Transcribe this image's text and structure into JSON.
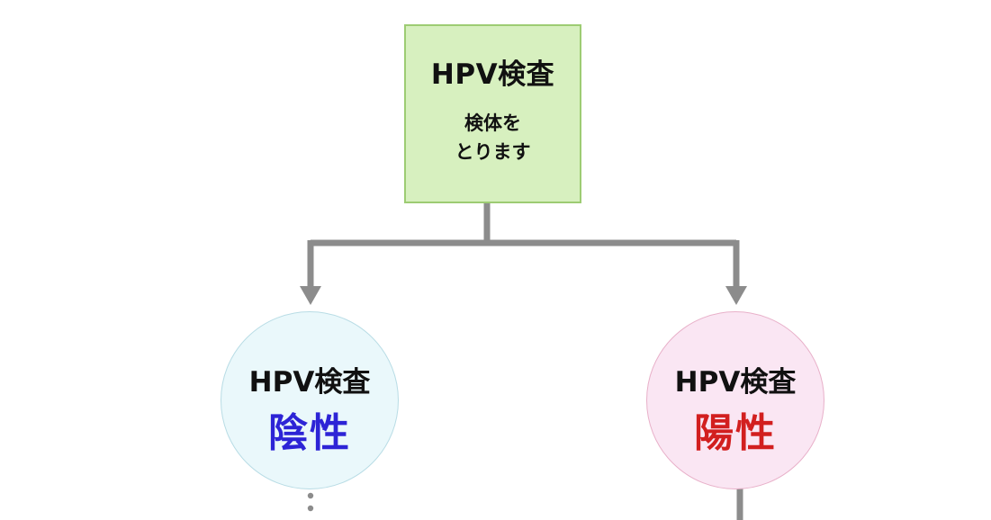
{
  "colors": {
    "connector": "#8c8c8c",
    "top_box_fill": "#d7f0bf",
    "top_box_border": "#9dcc73",
    "negative_fill": "#eaf8fb",
    "positive_fill": "#fae6f3",
    "negative_text": "#2d24d6",
    "positive_text": "#d21f1f"
  },
  "top_node": {
    "title": "HPV検査",
    "desc_line1": "検体を",
    "desc_line2": "とります"
  },
  "branches": [
    {
      "title": "HPV検査",
      "status": "陰性",
      "status_color": "#2d24d6"
    },
    {
      "title": "HPV検査",
      "status": "陽性",
      "status_color": "#d21f1f"
    }
  ]
}
